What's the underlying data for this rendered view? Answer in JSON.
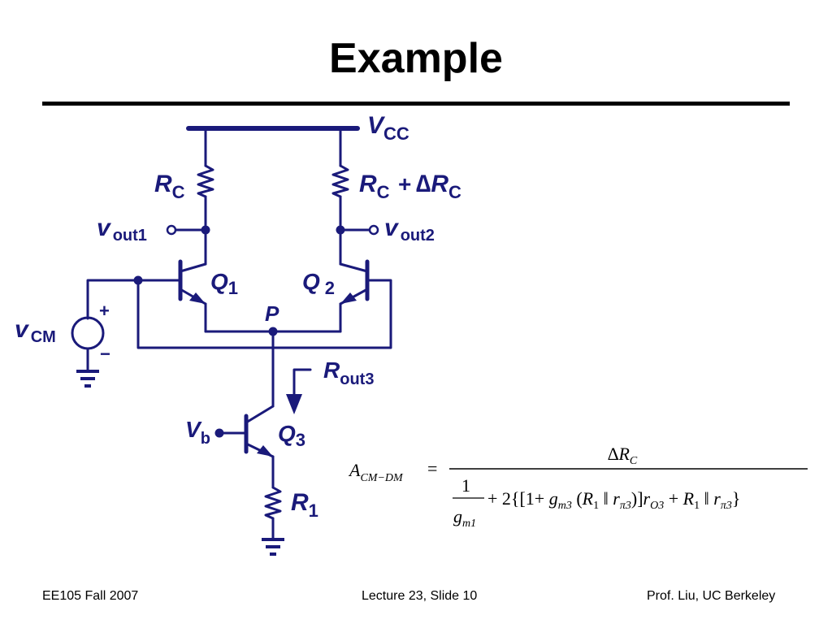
{
  "slide": {
    "title": "Example"
  },
  "circuit": {
    "labels": {
      "vcc_main": "V",
      "vcc_sub": "CC",
      "rc1_main": "R",
      "rc1_sub": "C",
      "rc2_main": "R",
      "rc2_sub": "C",
      "rc2_plus": "+",
      "rc2_delta": "∆R",
      "rc2_delta_sub": "C",
      "vout1_main": "v",
      "vout1_sub": "out1",
      "vout2_main": "v",
      "vout2_sub": "out2",
      "q1_main": "Q",
      "q1_sub": "1",
      "q2_main": "Q",
      "q2_sub": "2",
      "p": "P",
      "vcm_main": "v",
      "vcm_sub": "CM",
      "vcm_plus": "+",
      "vcm_minus": "−",
      "rout3_main": "R",
      "rout3_sub": "out3",
      "vb_main": "V",
      "vb_sub": "b",
      "q3_main": "Q",
      "q3_sub": "3",
      "r1_main": "R",
      "r1_sub": "1"
    },
    "colors": {
      "wire": "#1a1a7a",
      "text": "#1a1a7a"
    }
  },
  "equation": {
    "lhs_main": "A",
    "lhs_sub": "CM−DM",
    "equals": "=",
    "num_delta": "∆R",
    "num_sub": "C",
    "den_one": "1",
    "den_g": "g",
    "den_g_sub": "m1",
    "den_rest_1": "+ 2{[1+ ",
    "den_gm3": "g",
    "den_gm3_sub": "m3",
    "den_rest_2": " (",
    "den_r1a": "R",
    "den_r1a_sub": "1",
    "den_par1": " ‖ ",
    "den_rpi3a": "r",
    "den_rpi3a_sub": "π3",
    "den_rest_3": ")]",
    "den_ro3": "r",
    "den_ro3_sub": "O3",
    "den_plus": " + ",
    "den_r1b": "R",
    "den_r1b_sub": "1",
    "den_par2": " ‖ ",
    "den_rpi3b": "r",
    "den_rpi3b_sub": "π3",
    "den_close": "}"
  },
  "footer": {
    "left": "EE105 Fall 2007",
    "center": "Lecture 23, Slide 10",
    "right": "Prof. Liu, UC Berkeley"
  }
}
